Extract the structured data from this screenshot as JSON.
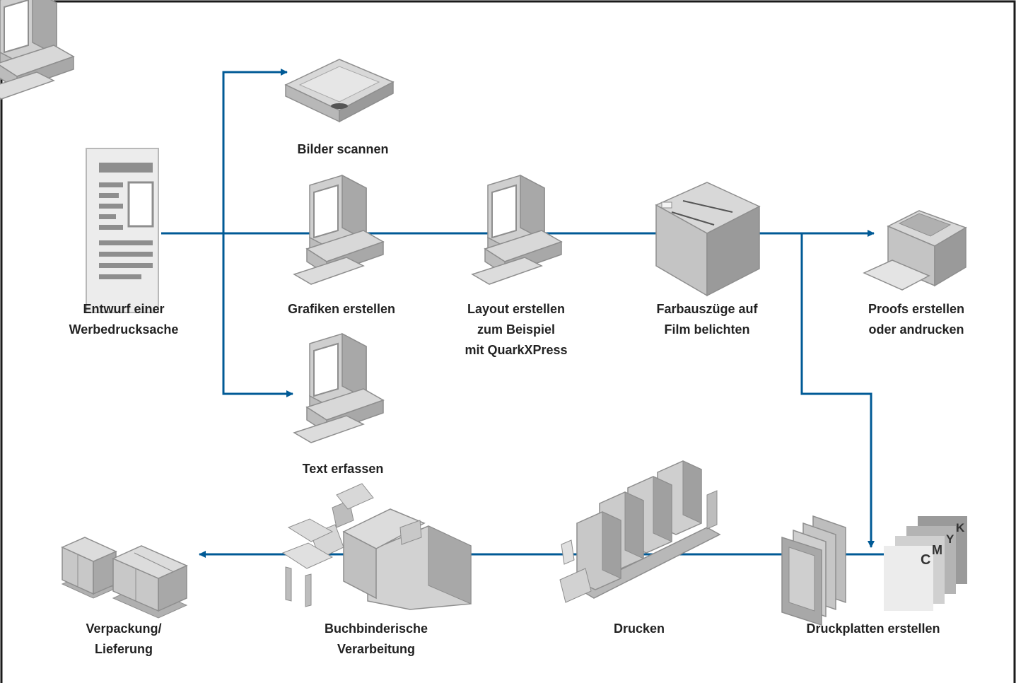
{
  "colors": {
    "flow": "#005a96",
    "device_light": "#d8d8d8",
    "device_mid": "#b8b8b8",
    "device_dark": "#9a9a9a",
    "text": "#222222",
    "border": "#1a1a1a"
  },
  "nodes": {
    "entwurf": {
      "icon": "document-icon",
      "lines": [
        "Entwurf einer",
        "Werbedrucksache"
      ]
    },
    "scannen": {
      "icon": "scanner-icon",
      "lines": [
        "Bilder scannen"
      ]
    },
    "grafiken": {
      "icon": "computer-icon",
      "lines": [
        "Grafiken erstellen"
      ]
    },
    "text": {
      "icon": "computer-icon",
      "lines": [
        "Text erfassen"
      ]
    },
    "layout": {
      "icon": "computer-icon",
      "lines": [
        "Layout erstellen",
        "zum Beispiel",
        "mit QuarkXPress"
      ]
    },
    "film": {
      "icon": "imagesetter-icon",
      "lines": [
        "Farbauszüge auf",
        "Film belichten"
      ]
    },
    "proofs": {
      "icon": "proof-printer-icon",
      "lines": [
        "Proofs erstellen",
        "oder andrucken"
      ]
    },
    "platten": {
      "icon": "printing-plates-icon",
      "lines": [
        "Druckplatten erstellen"
      ],
      "plate_letters": [
        "C",
        "M",
        "Y",
        "K"
      ]
    },
    "drucken": {
      "icon": "printing-press-icon",
      "lines": [
        "Drucken"
      ]
    },
    "binden": {
      "icon": "bookbinding-machine-icon",
      "lines": [
        "Buchbinderische",
        "Verarbeitung"
      ]
    },
    "versand": {
      "icon": "pallet-boxes-icon",
      "lines": [
        "Verpackung/",
        "Lieferung"
      ]
    }
  }
}
